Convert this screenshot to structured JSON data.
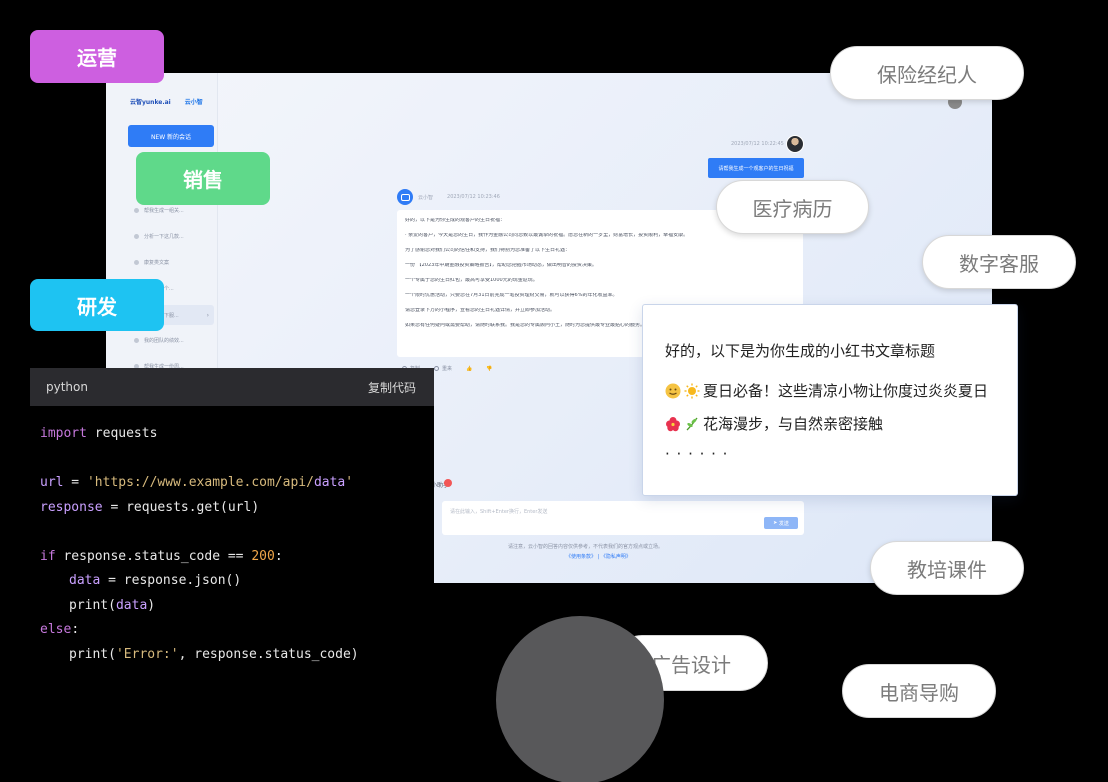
{
  "app": {
    "brand_primary": "云智yunke.ai",
    "brand_secondary": "云小智",
    "new_chat": "NEW  新的会话",
    "sidebar_items": [
      "帮我生成一组关...",
      "分析一下这几款...",
      "康复类文案",
      "帮我写一个...",
      "帮我写一下服...",
      "我的团队的绩效...",
      "帮我生成一份周..."
    ],
    "user_time": "2023/07/12 10:22:45",
    "user_message": "请帮我生成一个观客户的生日祝福",
    "bot_name": "云小智",
    "bot_time": "2023/07/12 10:23:46",
    "bot_lines": [
      "好的，以下是为你生成的观客户的生日祝福：",
      "· 亲爱的客户，今天是您的生日，我作为金融公司向您致以最诚挚的祝福。愿您在新的一岁里，财富增长，投资顺利，幸福安康。",
      "  为了感谢您对我们公司的信任和支持，我们特别为您准备了以下生日礼遇：",
      "一份 【2023年中期金融投资策略报告】，帮助您把握市场动态，做出明智的投资决策。",
      "一个专属于您的生日红包，最高可享受1000元的现金返现。",
      "一个限时优惠活动，只要您在7月31日前完成一笔投资理财交易，就可以获得6%的年化收益率。",
      "请您登录下方的小程序，查看您的生日礼遇详情，并立即参加活动。",
      "如果您有任何疑问或需要帮助，请随时联系我。我是您的专属顾问小王，随时为您提供最专业最贴心的服务。"
    ],
    "bot_actions": [
      "复制",
      "重来"
    ],
    "mini_label": "小助手",
    "input_placeholder": "请在此输入，Shift+Enter换行，Enter发送",
    "send_label": "发送",
    "footer_note": "请注意，云小智的回答内容仅供参考，不代表我们的官方观点或立场。",
    "footer_links": "《使用条款》 | 《隐私声明》"
  },
  "tags": {
    "operations": "运营",
    "sales": "销售",
    "rnd": "研发",
    "insurance_agent": "保险经纪人",
    "medical_records": "医疗病历",
    "digital_service": "数字客服",
    "training_courseware": "教培课件",
    "ad_design": "广告设计",
    "ecommerce_guide": "电商导购"
  },
  "reply": {
    "intro": "好的，以下是为你生成的小红书文章标题",
    "line1": "夏日必备！这些清凉小物让你度过炎炎夏日",
    "line2": "花海漫步，与自然亲密接触",
    "ellipsis": "· · ·  · · ·"
  },
  "code": {
    "language": "python",
    "copy_label": "复制代码",
    "l1_kw": "import",
    "l1_rest": " requests",
    "l3_var": "url",
    "l3_eq": " = ",
    "l3_str1": "'https://www.example.com/api/",
    "l3_str_var": "data",
    "l3_str2": "'",
    "l4_var": "response",
    "l4_rest": " = requests.get(url)",
    "l6_kw": "if",
    "l6_mid": " response.status_code == ",
    "l6_num": "200",
    "l6_end": ":",
    "l7_var": "data",
    "l7_rest": " = response.json()",
    "l8_pre": "print(",
    "l8_var": "data",
    "l8_post": ")",
    "l9_kw": "else",
    "l9_end": ":",
    "l10_pre": "print(",
    "l10_str": "'Error:'",
    "l10_post": ", response.status_code)"
  },
  "colors": {
    "operations_tag": "#cd5fe0",
    "sales_tag": "#5fd98a",
    "rnd_tag": "#1ec3f2",
    "primary_blue": "#2f7cf6"
  }
}
